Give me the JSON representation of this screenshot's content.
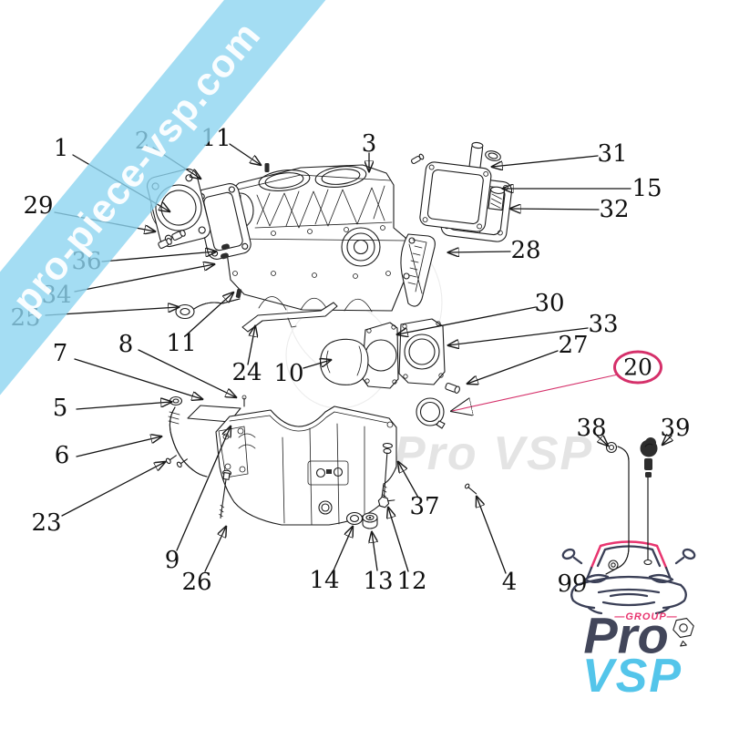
{
  "banner": {
    "text": "pro-piece-vsp.com",
    "background_color": "#8dd5f0",
    "text_color": "#ffffff"
  },
  "watermark": {
    "text": "Pro VSP"
  },
  "highlight": {
    "label": "20",
    "color": "#d5306a"
  },
  "callouts": [
    {
      "label": "1"
    },
    {
      "label": "2"
    },
    {
      "label": "11"
    },
    {
      "label": "3"
    },
    {
      "label": "31"
    },
    {
      "label": "15"
    },
    {
      "label": "32"
    },
    {
      "label": "29"
    },
    {
      "label": "36"
    },
    {
      "label": "28"
    },
    {
      "label": "34"
    },
    {
      "label": "25"
    },
    {
      "label": "30"
    },
    {
      "label": "33"
    },
    {
      "label": "11"
    },
    {
      "label": "8"
    },
    {
      "label": "7"
    },
    {
      "label": "27"
    },
    {
      "label": "24"
    },
    {
      "label": "10"
    },
    {
      "label": "5"
    },
    {
      "label": "6"
    },
    {
      "label": "38"
    },
    {
      "label": "39"
    },
    {
      "label": "23"
    },
    {
      "label": "37"
    },
    {
      "label": "9"
    },
    {
      "label": "26"
    },
    {
      "label": "14"
    },
    {
      "label": "13"
    },
    {
      "label": "12"
    },
    {
      "label": "4"
    },
    {
      "label": "99"
    }
  ],
  "logo": {
    "group_label": "—GROUP—",
    "name_top": "Pro",
    "name_bottom": "VSP",
    "dark_color": "#42465a",
    "cyan_color": "#54c5ea",
    "pink_color": "#e8356f"
  }
}
